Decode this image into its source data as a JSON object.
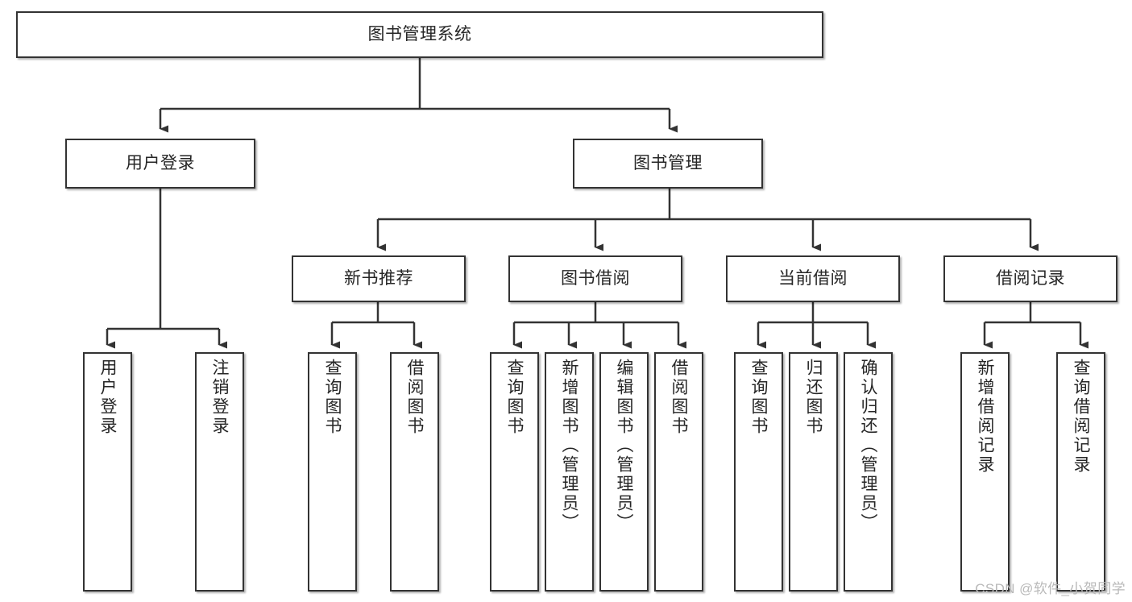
{
  "diagram": {
    "type": "tree-hierarchy-diagram",
    "title": "图书管理系统",
    "theme": {
      "background": "#ffffff",
      "box_border": "#333333",
      "box_fill": "#ffffff",
      "connector": "#333333",
      "text": "#262626",
      "watermark": "#b9b9b9"
    },
    "root": {
      "label": "图书管理系统",
      "level": 0
    },
    "level1": [
      {
        "id": "user-login",
        "label": "用户登录"
      },
      {
        "id": "book-management",
        "label": "图书管理"
      }
    ],
    "level2": [
      {
        "id": "new-book-recommend",
        "label": "新书推荐",
        "parent": "book-management"
      },
      {
        "id": "book-borrow",
        "label": "图书借阅",
        "parent": "book-management"
      },
      {
        "id": "current-borrow",
        "label": "当前借阅",
        "parent": "book-management"
      },
      {
        "id": "borrow-record",
        "label": "借阅记录",
        "parent": "book-management"
      }
    ],
    "leaves": {
      "user-login": [
        {
          "id": "leaf-user-login",
          "label": "用户登录"
        },
        {
          "id": "leaf-logout-login",
          "label": "注销登录"
        }
      ],
      "new-book-recommend": [
        {
          "id": "leaf-query-book-1",
          "label": "查询图书"
        },
        {
          "id": "leaf-borrow-book-1",
          "label": "借阅图书"
        }
      ],
      "book-borrow": [
        {
          "id": "leaf-query-book-2",
          "label": "查询图书"
        },
        {
          "id": "leaf-add-book",
          "label": "新增图书（管理员）"
        },
        {
          "id": "leaf-edit-book",
          "label": "编辑图书（管理员）"
        },
        {
          "id": "leaf-borrow-book-2",
          "label": "借阅图书"
        }
      ],
      "current-borrow": [
        {
          "id": "leaf-query-book-3",
          "label": "查询图书"
        },
        {
          "id": "leaf-return-book",
          "label": "归还图书"
        },
        {
          "id": "leaf-confirm-return",
          "label": "确认归还（管理员）"
        }
      ],
      "borrow-record": [
        {
          "id": "leaf-add-record",
          "label": "新增借阅记录"
        },
        {
          "id": "leaf-query-record",
          "label": "查询借阅记录"
        }
      ]
    },
    "watermark": "CSDN @软件_小贺同学"
  }
}
